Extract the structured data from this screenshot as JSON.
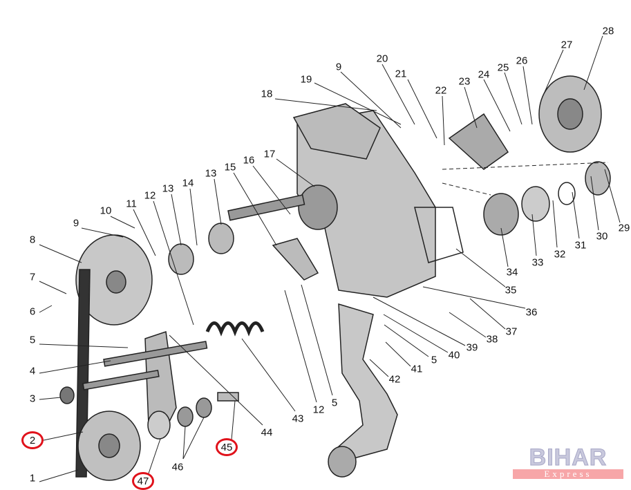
{
  "diagram": {
    "labels": [
      "28",
      "27",
      "26",
      "25",
      "24",
      "23",
      "22",
      "21",
      "20",
      "9",
      "19",
      "18",
      "17",
      "16",
      "15",
      "13",
      "14",
      "13",
      "12",
      "11",
      "10",
      "9",
      "8",
      "7",
      "6",
      "5",
      "4",
      "3",
      "2",
      "1",
      "47",
      "46",
      "45",
      "44",
      "43",
      "12",
      "5",
      "42",
      "41",
      "5",
      "40",
      "39",
      "38",
      "37",
      "36",
      "35",
      "34",
      "33",
      "32",
      "31",
      "30",
      "29"
    ],
    "highlight_color": "#e0121b"
  },
  "watermark": {
    "title": "BIHAR",
    "subtitle": "Express"
  }
}
